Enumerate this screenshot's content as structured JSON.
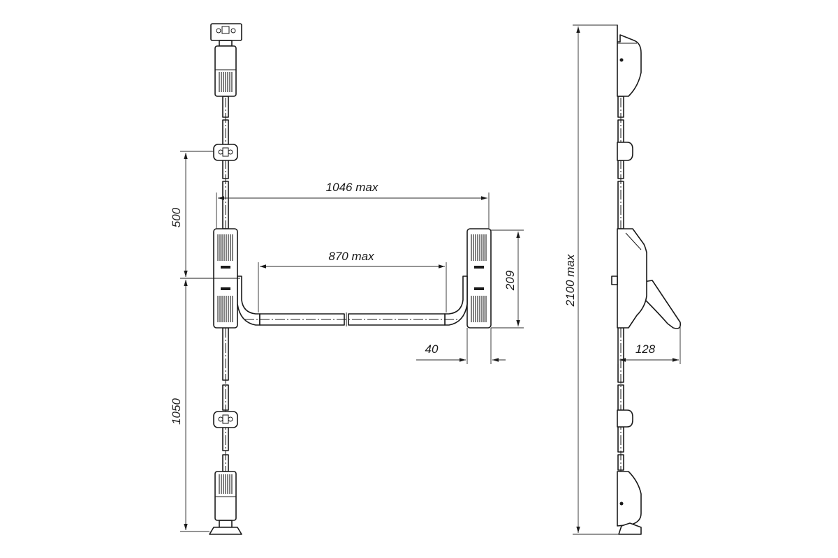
{
  "diagram": {
    "dimensions": {
      "upper_rod": "500",
      "bar_length": "1046 max",
      "handle_length": "870 max",
      "case_height": "209",
      "case_depth": "40",
      "lower_rod": "1050",
      "total_height": "2100 max",
      "projection": "128"
    }
  }
}
